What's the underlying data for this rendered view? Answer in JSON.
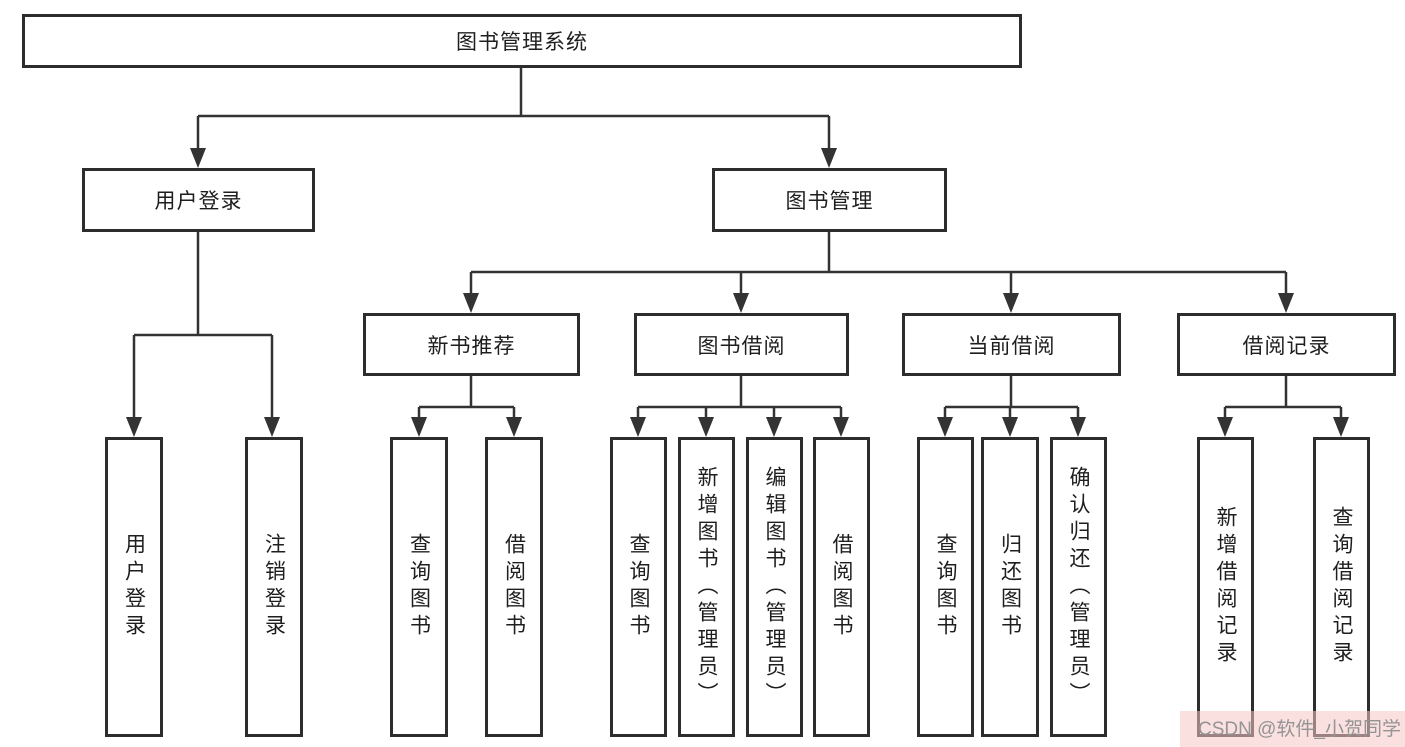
{
  "tree": {
    "label": "图书管理系统",
    "children": [
      {
        "label": "用户登录",
        "children": [
          {
            "label": "用户登录"
          },
          {
            "label": "注销登录"
          }
        ]
      },
      {
        "label": "图书管理",
        "children": [
          {
            "label": "新书推荐",
            "children": [
              {
                "label": "查询图书"
              },
              {
                "label": "借阅图书"
              }
            ]
          },
          {
            "label": "图书借阅",
            "children": [
              {
                "label": "查询图书"
              },
              {
                "label": "新增图书（管理员）"
              },
              {
                "label": "编辑图书（管理员）"
              },
              {
                "label": "借阅图书"
              }
            ]
          },
          {
            "label": "当前借阅",
            "children": [
              {
                "label": "查询图书"
              },
              {
                "label": "归还图书"
              },
              {
                "label": "确认归还（管理员）"
              }
            ]
          },
          {
            "label": "借阅记录",
            "children": [
              {
                "label": "新增借阅记录"
              },
              {
                "label": "查询借阅记录"
              }
            ]
          }
        ]
      }
    ]
  },
  "watermark": "CSDN @软件_小贺同学",
  "colors": {
    "line": "#333333",
    "border": "#2d2d2d",
    "text": "#1e1e1e",
    "watermark_text": "#949494",
    "watermark_bg": "#f7c6c6"
  }
}
